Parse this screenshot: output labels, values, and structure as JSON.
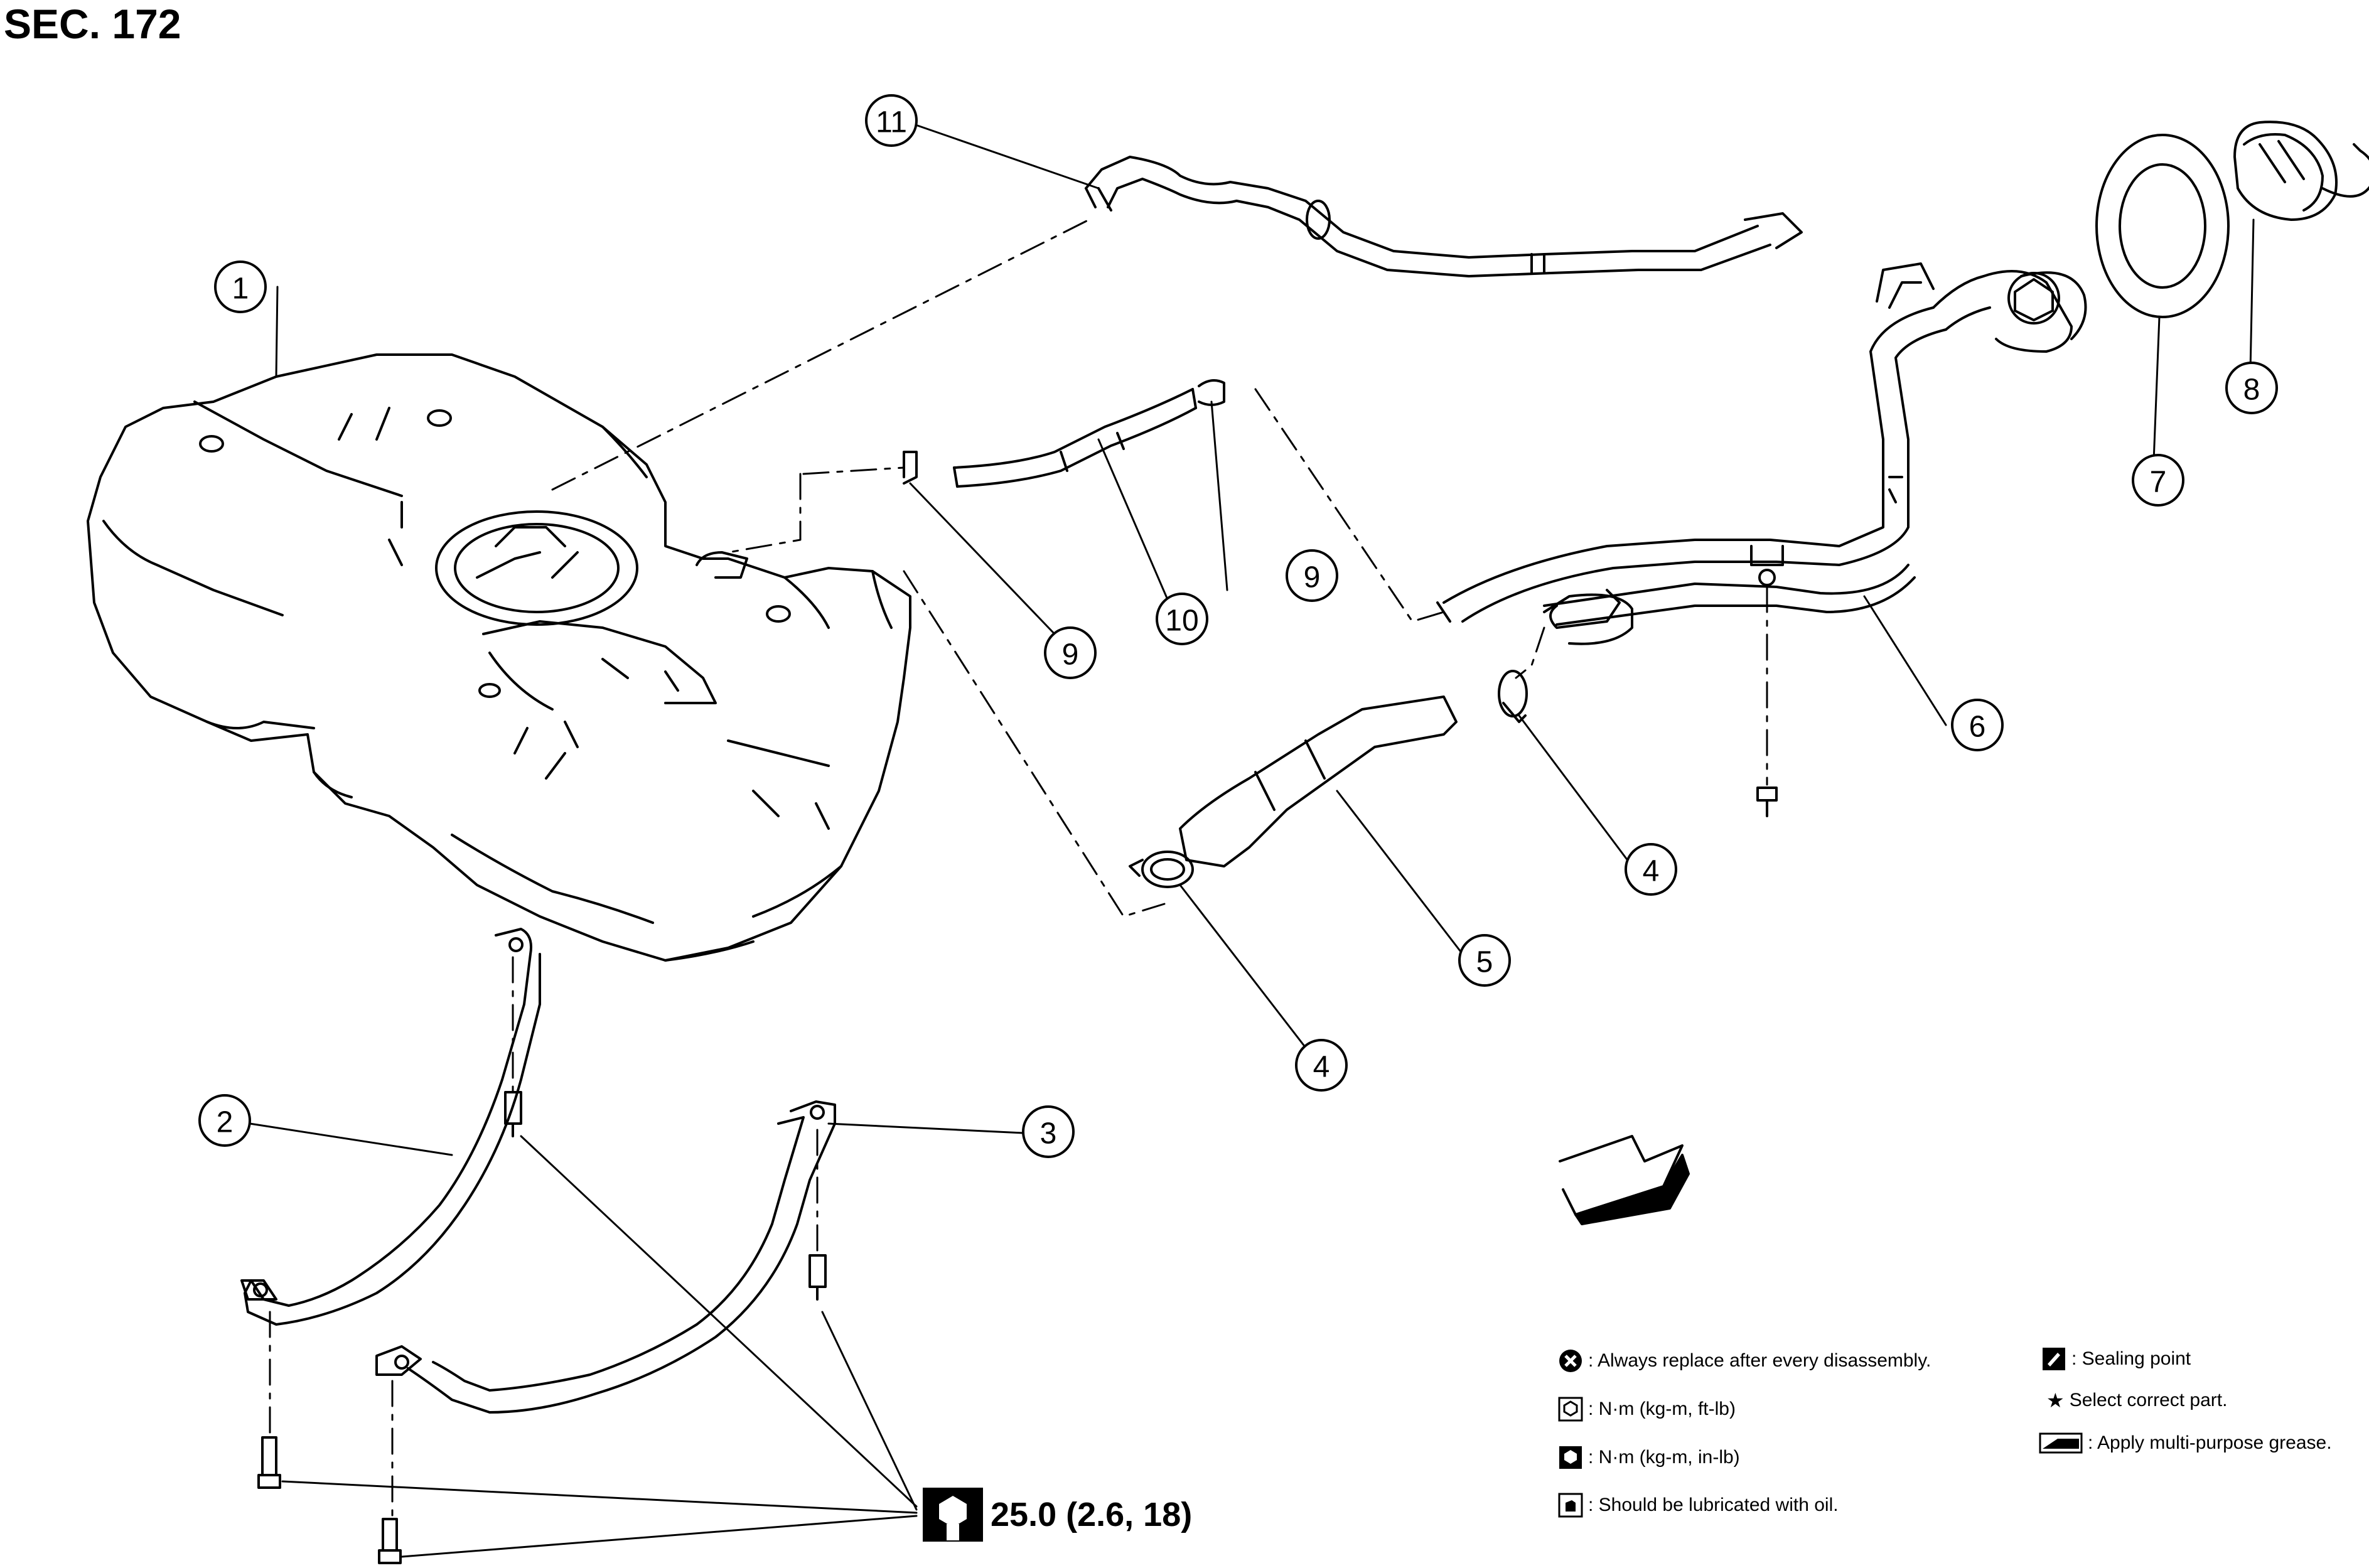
{
  "section_label": "SEC. 172",
  "callouts": [
    "1",
    "2",
    "3",
    "4",
    "4",
    "5",
    "6",
    "7",
    "8",
    "9",
    "9",
    "10",
    "11"
  ],
  "torque": {
    "value": "25.0 (2.6, 18)",
    "icon": "wrench-torque-icon"
  },
  "legend": {
    "replace": {
      "icon": "x-circle-icon",
      "text": ": Always replace after every disassembly."
    },
    "torque_nm": {
      "icon": "wrench-torque-icon",
      "text": ": N·m (kg-m, ft-lb)"
    },
    "torque_inlb": {
      "icon": "wrench-torque-filled-icon",
      "text": ": N·m (kg-m, in-lb)"
    },
    "oil": {
      "icon": "oil-can-icon",
      "text": ": Should be lubricated with oil."
    },
    "sealing": {
      "icon": "sealant-tube-icon",
      "text": ": Sealing point"
    },
    "select": {
      "icon": "star-icon",
      "text": "Select correct part."
    },
    "grease": {
      "icon": "grease-gun-icon",
      "text": ": Apply multi-purpose grease."
    }
  }
}
